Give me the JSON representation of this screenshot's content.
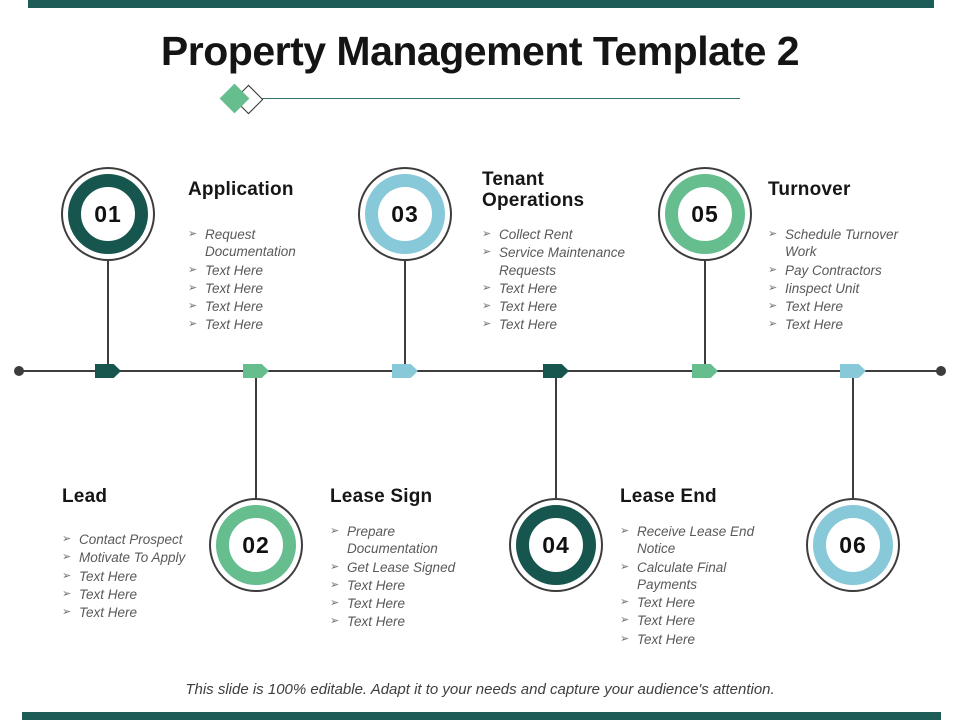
{
  "slide": {
    "title": "Property Management Template 2",
    "footer": "This slide is 100% editable. Adapt it to your needs and capture your audience's attention.",
    "bullet_glyph": "➢",
    "colors": {
      "dark_teal": "#17564e",
      "green": "#66bd8e",
      "light_blue": "#87c9d9",
      "accent_bar": "#1d5c57",
      "line_gray": "#3d3d3d"
    }
  },
  "steps": [
    {
      "number": "01",
      "title": "Application",
      "color": "dark_teal",
      "items": [
        "Request Documentation",
        "Text Here",
        "Text Here",
        "Text Here",
        "Text Here"
      ]
    },
    {
      "number": "02",
      "title": "Lead",
      "color": "green",
      "items": [
        "Contact Prospect",
        "Motivate To Apply",
        "Text Here",
        "Text Here",
        "Text Here"
      ]
    },
    {
      "number": "03",
      "title": "Tenant Operations",
      "color": "light_blue",
      "items": [
        "Collect Rent",
        "Service Maintenance Requests",
        "Text Here",
        "Text Here",
        "Text Here"
      ]
    },
    {
      "number": "04",
      "title": "Lease Sign",
      "color": "dark_teal",
      "items": [
        "Prepare Documentation",
        "Get Lease Signed",
        "Text Here",
        "Text Here",
        "Text Here"
      ]
    },
    {
      "number": "05",
      "title": "Turnover",
      "color": "green",
      "items": [
        "Schedule Turnover Work",
        "Pay Contractors",
        "Iinspect Unit",
        "Text Here",
        "Text Here"
      ]
    },
    {
      "number": "06",
      "title": "Lease End",
      "color": "light_blue",
      "items": [
        "Receive Lease End Notice",
        "Calculate Final Payments",
        "Text Here",
        "Text Here",
        "Text Here"
      ]
    }
  ]
}
